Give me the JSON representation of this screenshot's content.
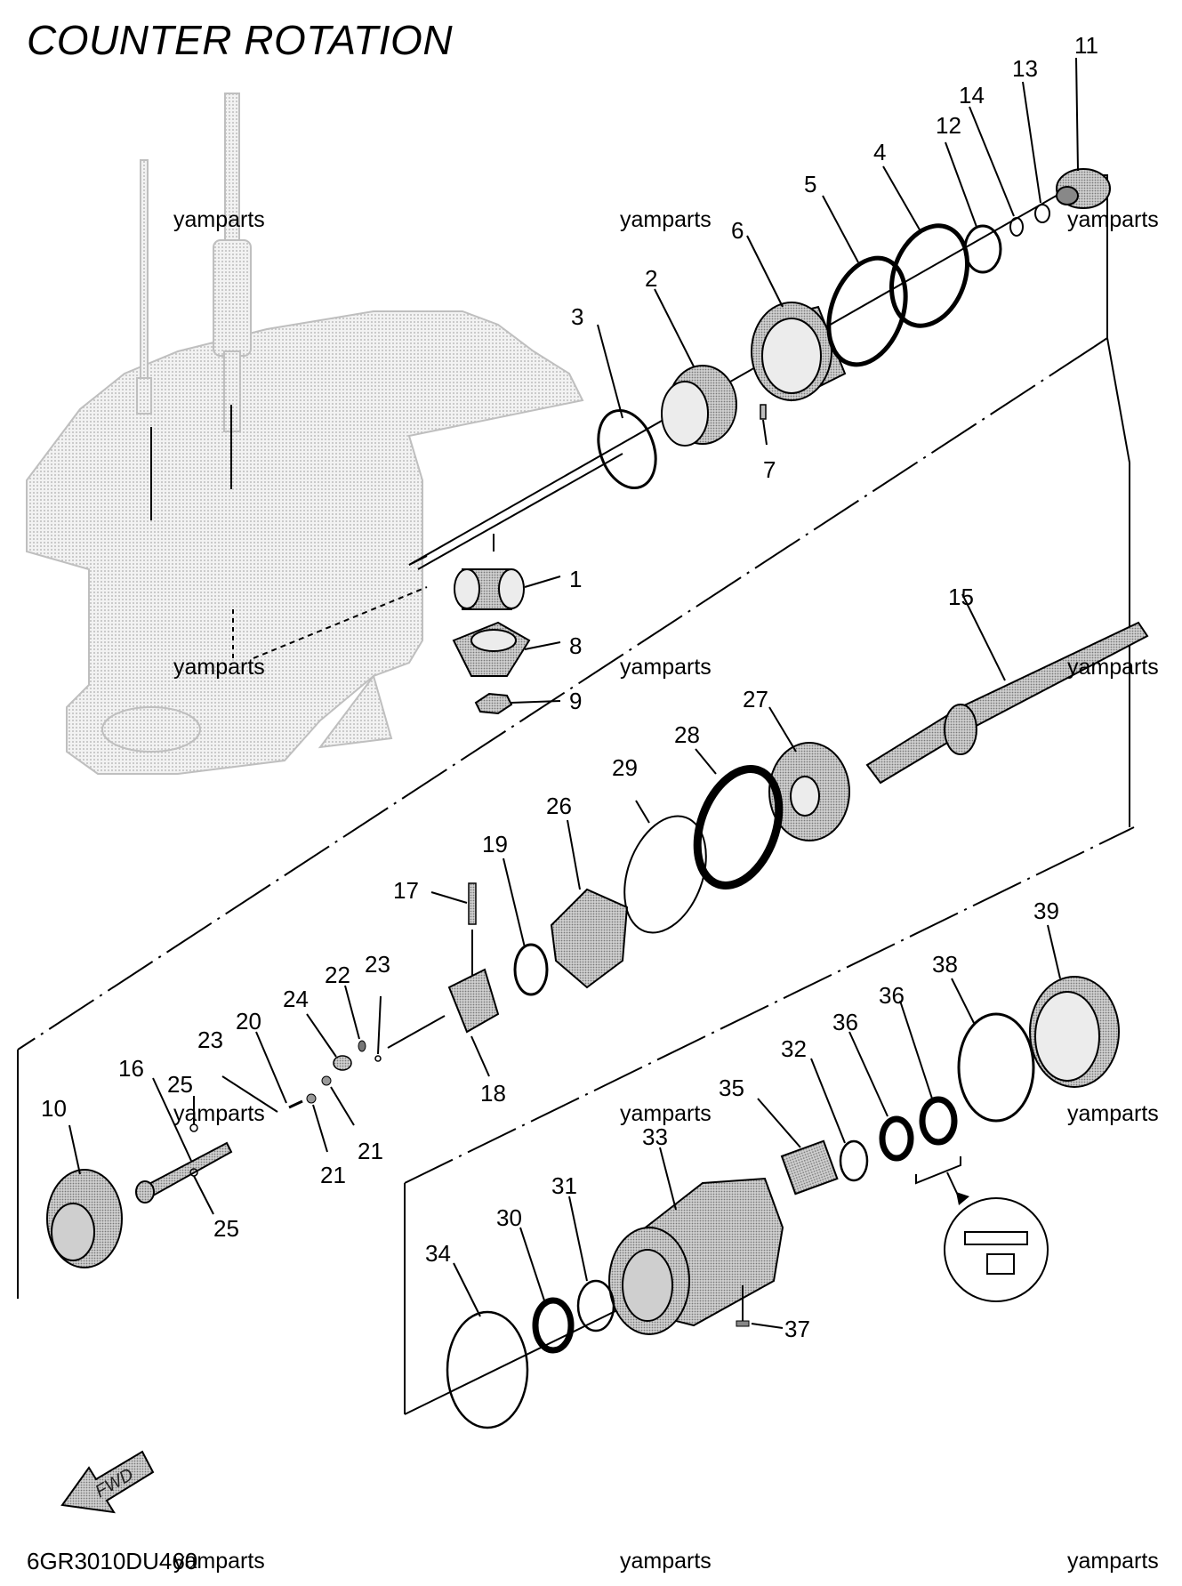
{
  "title": "COUNTER ROTATION",
  "diagram_code": "6GR3010DU460",
  "watermark": "yamparts",
  "fwd_label": "FWD",
  "part_numbers": {
    "p1": "1",
    "p2": "2",
    "p3": "3",
    "p4": "4",
    "p5": "5",
    "p6": "6",
    "p7": "7",
    "p8": "8",
    "p9": "9",
    "p10": "10",
    "p11": "11",
    "p12": "12",
    "p13": "13",
    "p14": "14",
    "p15": "15",
    "p16": "16",
    "p17": "17",
    "p18": "18",
    "p19": "19",
    "p20": "20",
    "p21": "21",
    "p22": "22",
    "p23": "23",
    "p24": "24",
    "p25": "25",
    "p26": "26",
    "p27": "27",
    "p28": "28",
    "p29": "29",
    "p30": "30",
    "p31": "31",
    "p32": "32",
    "p33": "33",
    "p34": "34",
    "p35": "35",
    "p36": "36",
    "p37": "37",
    "p38": "38",
    "p39": "39"
  },
  "colors": {
    "ink": "#000000",
    "part_fill": "#bdbdbd",
    "housing_fill": "#e4e4e4"
  }
}
